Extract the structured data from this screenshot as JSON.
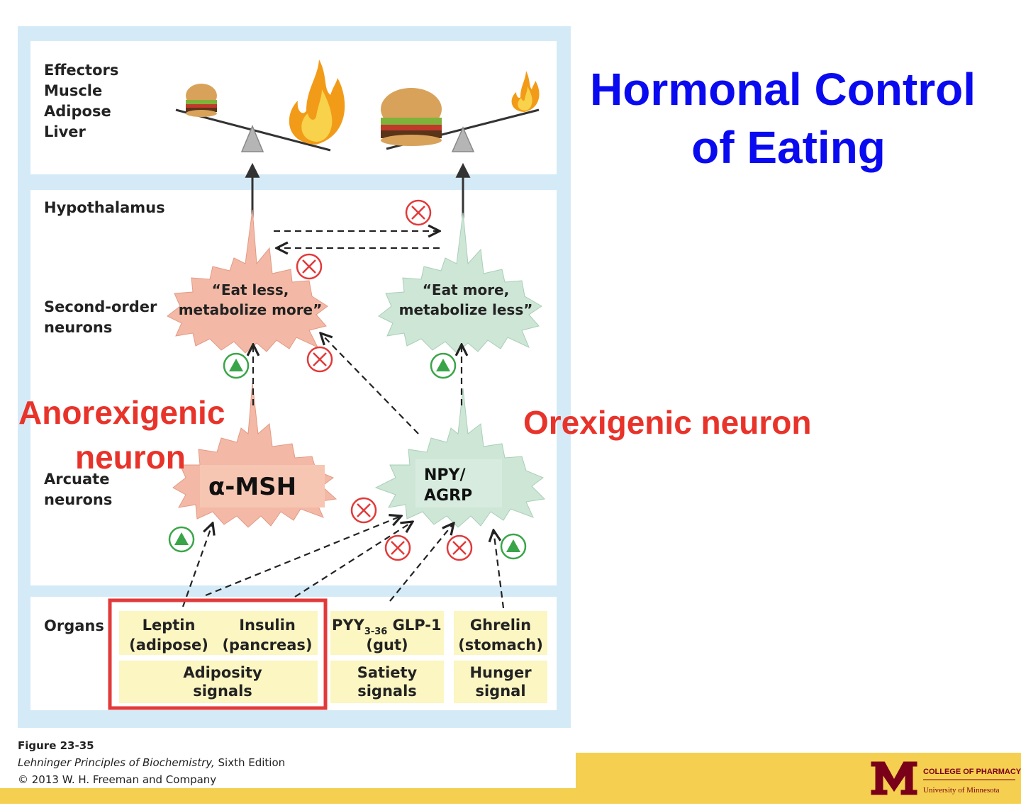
{
  "title": {
    "line1": "Hormonal Control",
    "line2": "of Eating"
  },
  "annotations": {
    "anorexigenic_line1": "Anorexigenic",
    "anorexigenic_line2": "neuron",
    "orexigenic": "Orexigenic neuron"
  },
  "figure": {
    "effectors": {
      "line1": "Effectors",
      "line2": "Muscle",
      "line3": "Adipose",
      "line4": "Liver"
    },
    "hypothalamus": "Hypothalamus",
    "second_order": {
      "line1": "Second-order",
      "line2": "neurons"
    },
    "arcuate": {
      "line1": "Arcuate",
      "line2": "neurons"
    },
    "organs_label": "Organs",
    "eat_less": {
      "line1": "“Eat less,",
      "line2": "metabolize more”"
    },
    "eat_more": {
      "line1": "“Eat more,",
      "line2": "metabolize less”"
    },
    "alpha_msh": "α-MSH",
    "npy_agrp": {
      "line1": "NPY/",
      "line2": "AGRP"
    },
    "organs": {
      "leptin": {
        "name": "Leptin",
        "source": "(adipose)"
      },
      "insulin": {
        "name": "Insulin",
        "source": "(pancreas)"
      },
      "adiposity": {
        "line1": "Adiposity",
        "line2": "signals"
      },
      "pyy": {
        "name": "PYY",
        "sub": "3-36",
        "rest": " GLP-1",
        "source": "(gut)"
      },
      "satiety": {
        "line1": "Satiety",
        "line2": "signals"
      },
      "ghrelin": {
        "name": "Ghrelin",
        "source": "(stomach)"
      },
      "hunger": {
        "line1": "Hunger",
        "line2": "signal"
      }
    }
  },
  "caption": {
    "figure_no": "Figure 23-35",
    "book": "Lehninger Principles of Biochemistry,",
    "edition": " Sixth Edition",
    "copyright": "© 2013 W. H. Freeman and Company"
  },
  "footer": {
    "college": "COLLEGE OF PHARMACY",
    "university": "University of Minnesota"
  },
  "colors": {
    "title_blue": "#0a0af0",
    "annotation_red": "#e8332a",
    "anorexigenic_fill": "#f3b9a6",
    "orexigenic_fill": "#cde6d6",
    "organ_fill": "#fbf6c2",
    "footer_gold": "#f5cf4f",
    "umn_maroon": "#7a0019"
  }
}
